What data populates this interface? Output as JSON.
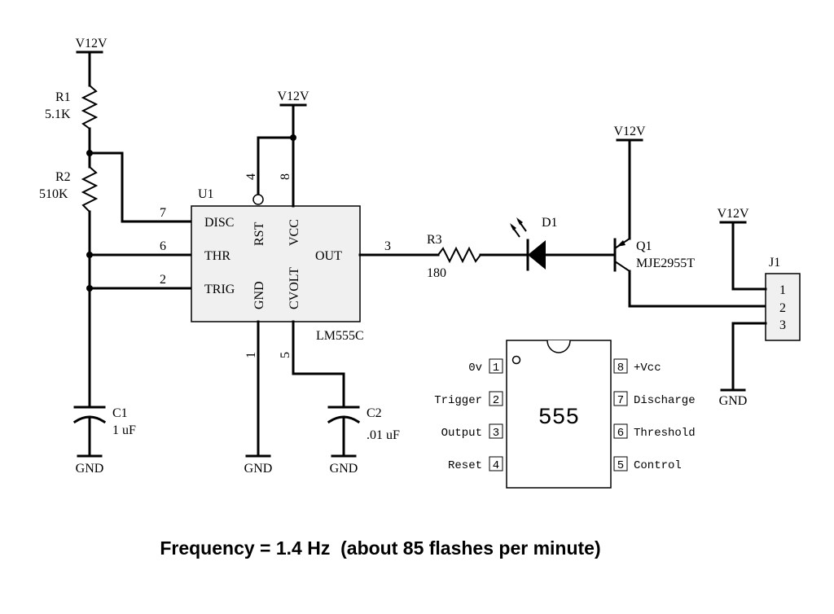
{
  "power": {
    "v12v_left": "V12V",
    "v12v_ic": "V12V",
    "v12v_q1": "V12V",
    "v12v_j1": "V12V",
    "gnd_c1": "GND",
    "gnd_ic": "GND",
    "gnd_c2": "GND",
    "gnd_j1": "GND"
  },
  "r1": {
    "ref": "R1",
    "value": "5.1K"
  },
  "r2": {
    "ref": "R2",
    "value": "510K"
  },
  "r3": {
    "ref": "R3",
    "value": "180"
  },
  "c1": {
    "ref": "C1",
    "value": "1 uF"
  },
  "c2": {
    "ref": "C2",
    "value": ".01 uF"
  },
  "u1": {
    "ref": "U1",
    "part": "LM555C",
    "pins": {
      "disc": "DISC",
      "thr": "THR",
      "trig": "TRIG",
      "out": "OUT",
      "rst": "RST",
      "vcc": "VCC",
      "gnd": "GND",
      "cvolt": "CVOLT"
    },
    "pin_numbers": {
      "p7": "7",
      "p6": "6",
      "p2": "2",
      "p3": "3",
      "p4": "4",
      "p8": "8",
      "p1": "1",
      "p5": "5"
    }
  },
  "d1": {
    "ref": "D1"
  },
  "q1": {
    "ref": "Q1",
    "part": "MJE2955T"
  },
  "j1": {
    "ref": "J1",
    "pins": [
      "1",
      "2",
      "3"
    ]
  },
  "pinout": {
    "chip_label": "555",
    "left": [
      {
        "num": "1",
        "name": "0v"
      },
      {
        "num": "2",
        "name": "Trigger"
      },
      {
        "num": "3",
        "name": "Output"
      },
      {
        "num": "4",
        "name": "Reset"
      }
    ],
    "right": [
      {
        "num": "8",
        "name": "+Vcc"
      },
      {
        "num": "7",
        "name": "Discharge"
      },
      {
        "num": "6",
        "name": "Threshold"
      },
      {
        "num": "5",
        "name": "Control"
      }
    ]
  },
  "caption": "Frequency = 1.4 Hz  (about 85 flashes per minute)"
}
